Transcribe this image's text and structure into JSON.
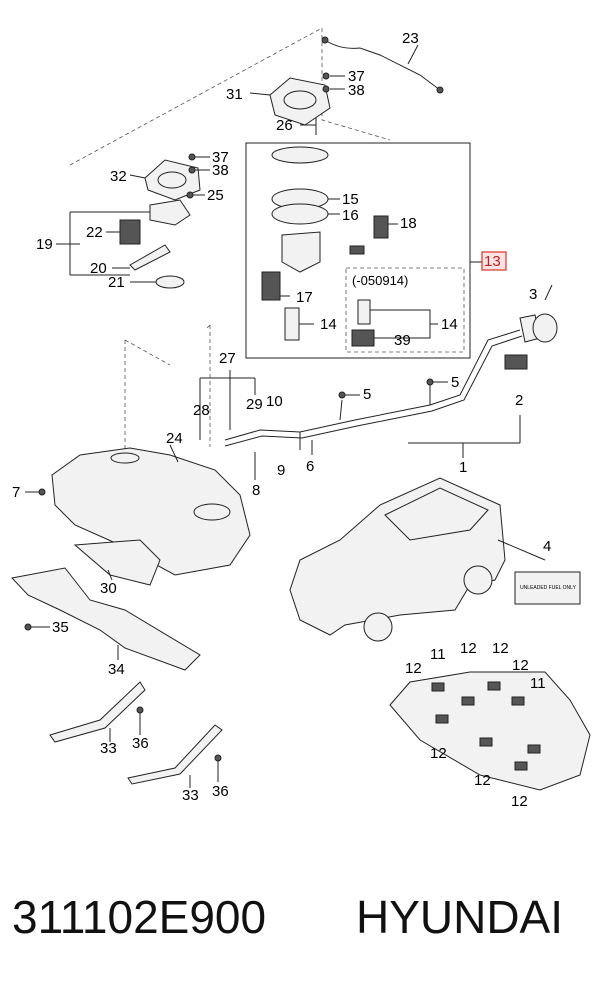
{
  "diagram": {
    "labels": {
      "l1": "1",
      "l2": "2",
      "l3": "3",
      "l4": "4",
      "l5a": "5",
      "l5b": "5",
      "l6": "6",
      "l7": "7",
      "l8": "8",
      "l9": "9",
      "l10": "10",
      "l11a": "11",
      "l11b": "11",
      "l12a": "12",
      "l12b": "12",
      "l12c": "12",
      "l12d": "12",
      "l12e": "12",
      "l12f": "12",
      "l12g": "12",
      "l13": "13",
      "l14a": "14",
      "l14b": "14",
      "l15": "15",
      "l16": "16",
      "l17": "17",
      "l18": "18",
      "l19": "19",
      "l20": "20",
      "l21": "21",
      "l22": "22",
      "l23": "23",
      "l24": "24",
      "l25": "25",
      "l26": "26",
      "l27": "27",
      "l28": "28",
      "l29": "29",
      "l30": "30",
      "l31": "31",
      "l32": "32",
      "l33a": "33",
      "l33b": "33",
      "l34": "34",
      "l35": "35",
      "l36a": "36",
      "l36b": "36",
      "l37a": "37",
      "l37b": "37",
      "l38a": "38",
      "l38b": "38",
      "l39": "39"
    },
    "variant_note": "(-050914)",
    "label_sticker": [
      "UNLEADED FUEL ONLY"
    ],
    "highlight_color": "#d9342b"
  },
  "caption": {
    "part_number": "311102E900",
    "brand": "HYUNDAI"
  }
}
